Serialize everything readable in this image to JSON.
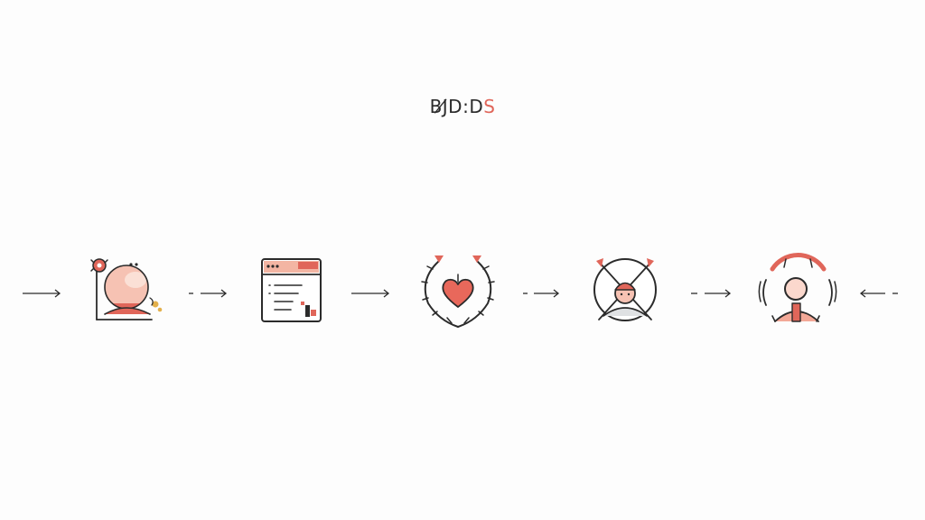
{
  "header": {
    "logo_dark": "BJ̸D:D",
    "logo_accent": "S"
  },
  "flow": {
    "steps": [
      {
        "icon": "baby-with-gear-icon"
      },
      {
        "icon": "browser-window-list-icon"
      },
      {
        "icon": "heart-in-wreath-icon"
      },
      {
        "icon": "person-crossed-circle-icon"
      },
      {
        "icon": "person-signal-circle-icon"
      }
    ],
    "connectors": [
      "solid-arrow-right",
      "dashed-arrow-right",
      "solid-arrow-right",
      "dashed-arrow-right",
      "dashed-arrow-right",
      "dashed-arrow-left"
    ]
  },
  "colors": {
    "ink": "#2b2b2b",
    "accent": "#e0665a",
    "skin": "#f6c2b3",
    "gold": "#e3b04b",
    "background": "#fdfdfd"
  }
}
